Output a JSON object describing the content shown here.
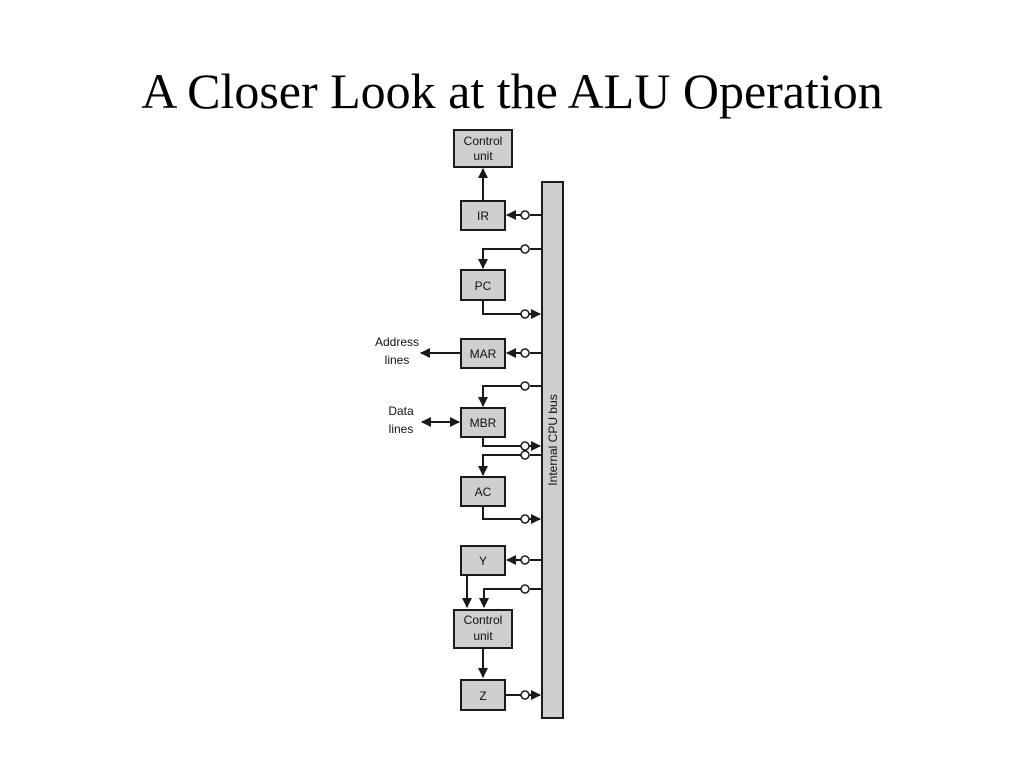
{
  "title": "A Closer Look at the ALU Operation",
  "diagram": {
    "bus_label": "Internal CPU bus",
    "blocks": {
      "control_unit_top": [
        "Control",
        "unit"
      ],
      "ir": "IR",
      "pc": "PC",
      "mar": "MAR",
      "mbr": "MBR",
      "ac": "AC",
      "y": "Y",
      "alu": [
        "Control",
        "unit"
      ],
      "z": "Z"
    },
    "external": {
      "address": [
        "Address",
        "lines"
      ],
      "data": [
        "Data",
        "lines"
      ]
    }
  }
}
